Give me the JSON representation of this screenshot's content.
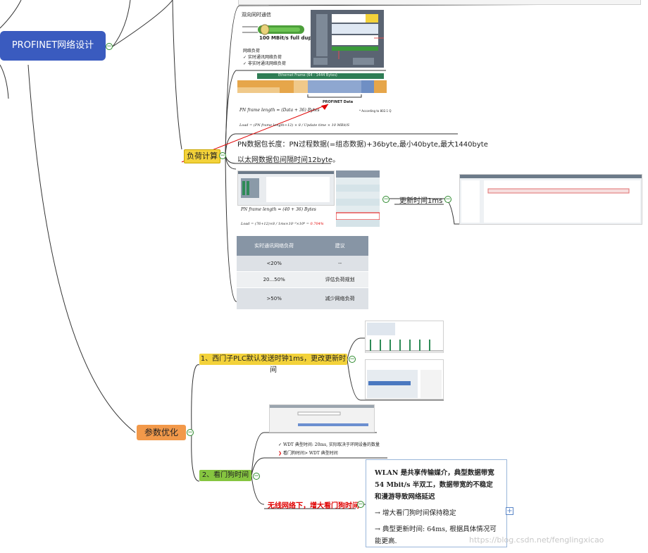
{
  "root": {
    "title": "PROFINET网络设计"
  },
  "load_calc": {
    "label": "负荷计算",
    "dual_duplex_title": "双向同时通信",
    "duplex_caption": "100 MBit/s full duplex",
    "net_load_title": "网络负荷",
    "net_load_items": [
      "实时通讯网络负荷",
      "非实时通讯网络负荷"
    ],
    "ethernet_frame_header": "Ethernet Frame (64 - 1444 Bytes)",
    "profinet_data_label": "PROFINET Data",
    "according_note": "* According to 802.1 Q",
    "formula_pn": "PN frame length = (Data + 36) Bytes",
    "pn_length_text": "PN数据包长度：PN过程数据(=组态数据)+36byte,最小40byte,最大1440byte",
    "interval_text": "以太网数据包间隔时间12byte。",
    "formula_example": "PN frame length = (40 + 36) Bytes",
    "load_result": "0.704%",
    "update_time": "更新时间1ms"
  },
  "load_table": {
    "headers": [
      "实时通讯网络负荷",
      "建议"
    ],
    "rows": [
      [
        "<20%",
        "--"
      ],
      [
        "20...50%",
        "评估负荷规划"
      ],
      [
        ">50%",
        "减少网络负荷"
      ]
    ]
  },
  "param": {
    "label": "参数优化",
    "opt1": "1、西门子PLC默认发送时钟1ms，更改更新时间",
    "opt2": "2、看门狗时间",
    "wdt_items": [
      "WDT 典型时间: 20ms, 实际取决于环网设备的数量",
      "看门狗时间> WDT 典型时间"
    ],
    "wireless_label": "无线网络下，增大看门狗时间"
  },
  "note": {
    "para1": "WLAN 是共享传输媒介，典型数据带宽 54 Mbit/s 半双工，数据带宽的不稳定和漫游导致网络延迟",
    "item1": "增大看门狗时间保持稳定",
    "item2": "典型更新时间: 64ms, 根据具体情况可能更高."
  },
  "watermark": "https://blog.csdn.net/fenglingxicao",
  "colors": {
    "root": "#3a5bbf",
    "load": "#f3d23a",
    "param": "#f2994a",
    "opt2": "#86c540",
    "alert": "#e00000"
  }
}
